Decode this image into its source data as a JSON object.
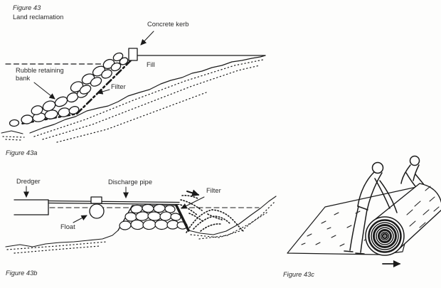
{
  "page": {
    "background": "#fdfdfc",
    "ink": "#1a1a1a",
    "text_color": "#2a2a2a"
  },
  "figure": {
    "title": "Figure 43",
    "subtitle": "Land reclamation",
    "panels": {
      "a": {
        "caption": "Figure 43a",
        "labels": {
          "concrete_kerb": "Concrete kerb",
          "rubble_bank": "Rubble retaining bank",
          "fill": "Fill",
          "filter": "Filter"
        }
      },
      "b": {
        "caption": "Figure 43b",
        "labels": {
          "dredger": "Dredger",
          "discharge_pipe": "Discharge pipe",
          "float": "Float",
          "filter": "Filter"
        }
      },
      "c": {
        "caption": "Figure 43c"
      }
    }
  }
}
